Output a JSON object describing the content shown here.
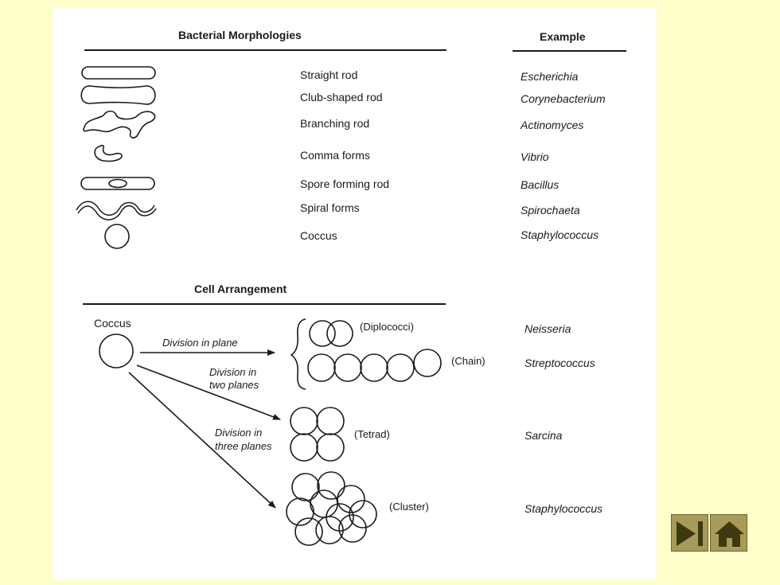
{
  "morphology": {
    "header": "Bacterial Morphologies",
    "example_header": "Example",
    "rows": [
      {
        "name": "Straight rod",
        "example": "Escherichia"
      },
      {
        "name": "Club-shaped rod",
        "example": "Corynebacterium"
      },
      {
        "name": "Branching rod",
        "example": "Actinomyces"
      },
      {
        "name": "Comma forms",
        "example": "Vibrio"
      },
      {
        "name": "Spore forming rod",
        "example": "Bacillus"
      },
      {
        "name": "Spiral forms",
        "example": "Spirochaeta"
      },
      {
        "name": "Coccus",
        "example": "Staphylococcus"
      }
    ]
  },
  "arrangement": {
    "header": "Cell Arrangement",
    "source_label": "Coccus",
    "division_plane": "Division in plane",
    "division_two_1": "Division in",
    "division_two_2": "two planes",
    "division_three_1": "Division in",
    "division_three_2": "three planes",
    "items": [
      {
        "label": "(Diplococci)",
        "example": "Neisseria"
      },
      {
        "label": "(Chain)",
        "example": "Streptococcus"
      },
      {
        "label": "(Tetrad)",
        "example": "Sarcina"
      },
      {
        "label": "(Cluster)",
        "example": "Staphylococcus"
      }
    ]
  },
  "nav": {
    "next_icon": "next-slide-icon",
    "home_icon": "home-icon",
    "button_color": "#a89a58"
  }
}
